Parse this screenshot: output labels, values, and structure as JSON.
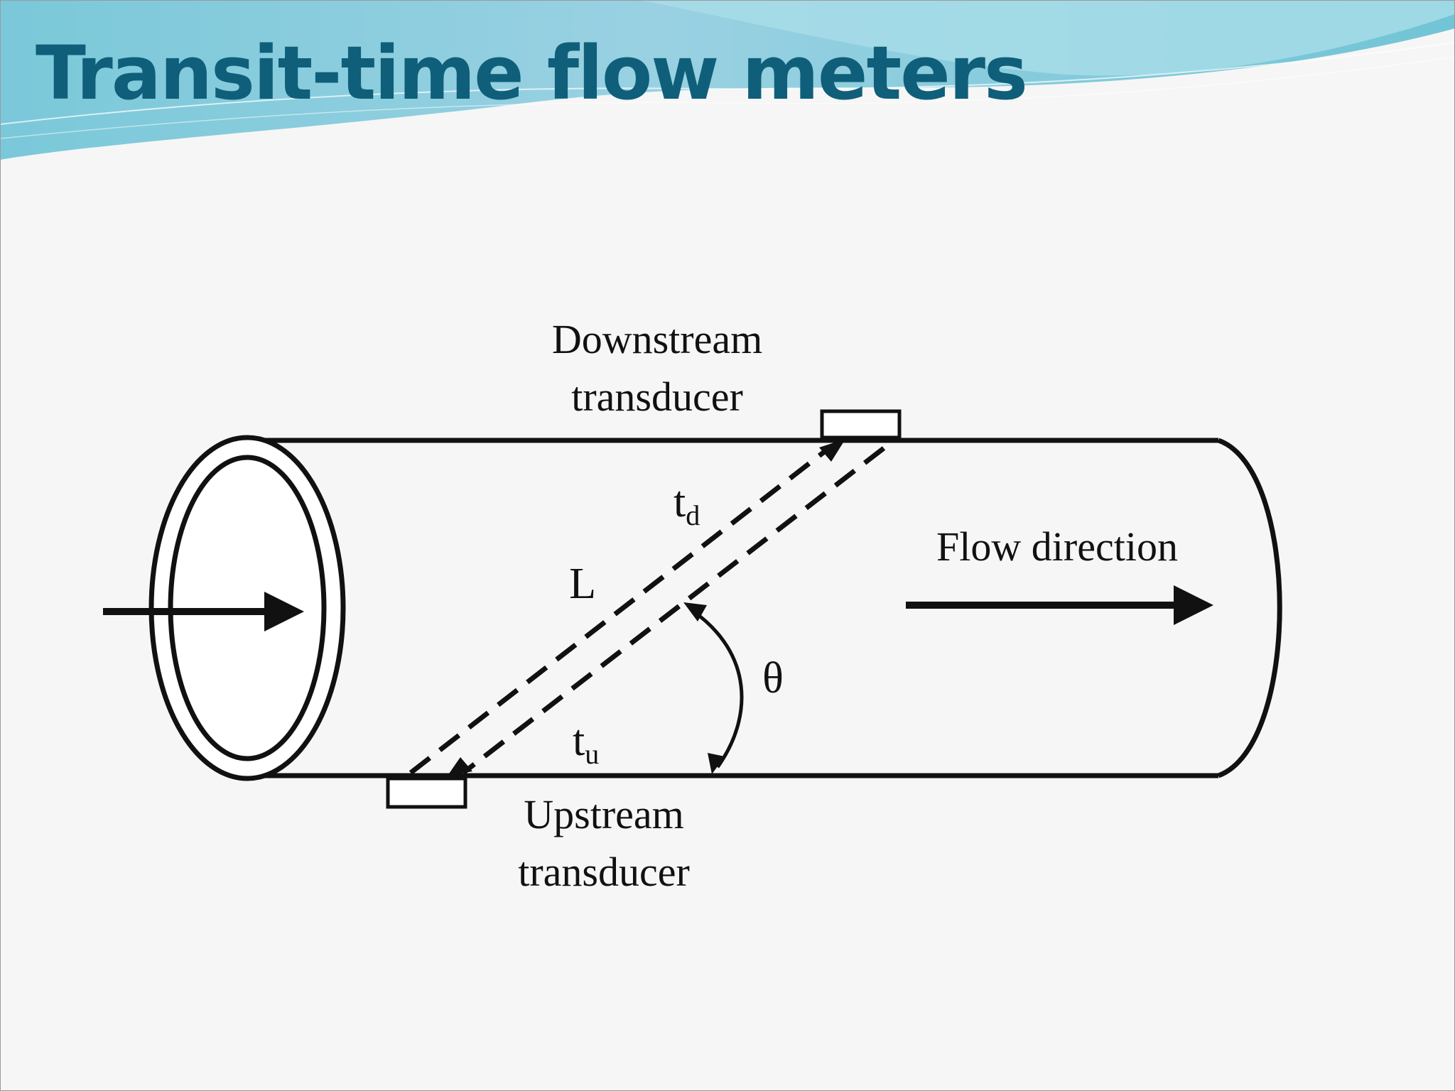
{
  "slide": {
    "title": "Transit-time flow meters"
  },
  "diagram": {
    "downstream_label_line1": "Downstream",
    "downstream_label_line2": "transducer",
    "upstream_label_line1": "Upstream",
    "upstream_label_line2": "transducer",
    "flow_label": "Flow direction",
    "path_length_label": "L",
    "angle_label": "θ",
    "t_downstream_base": "t",
    "t_downstream_sub": "d",
    "t_upstream_base": "t",
    "t_upstream_sub": "u"
  },
  "colors": {
    "title": "#0f5f7a",
    "header_wave": "#7fc8d8",
    "stroke": "#111111"
  }
}
